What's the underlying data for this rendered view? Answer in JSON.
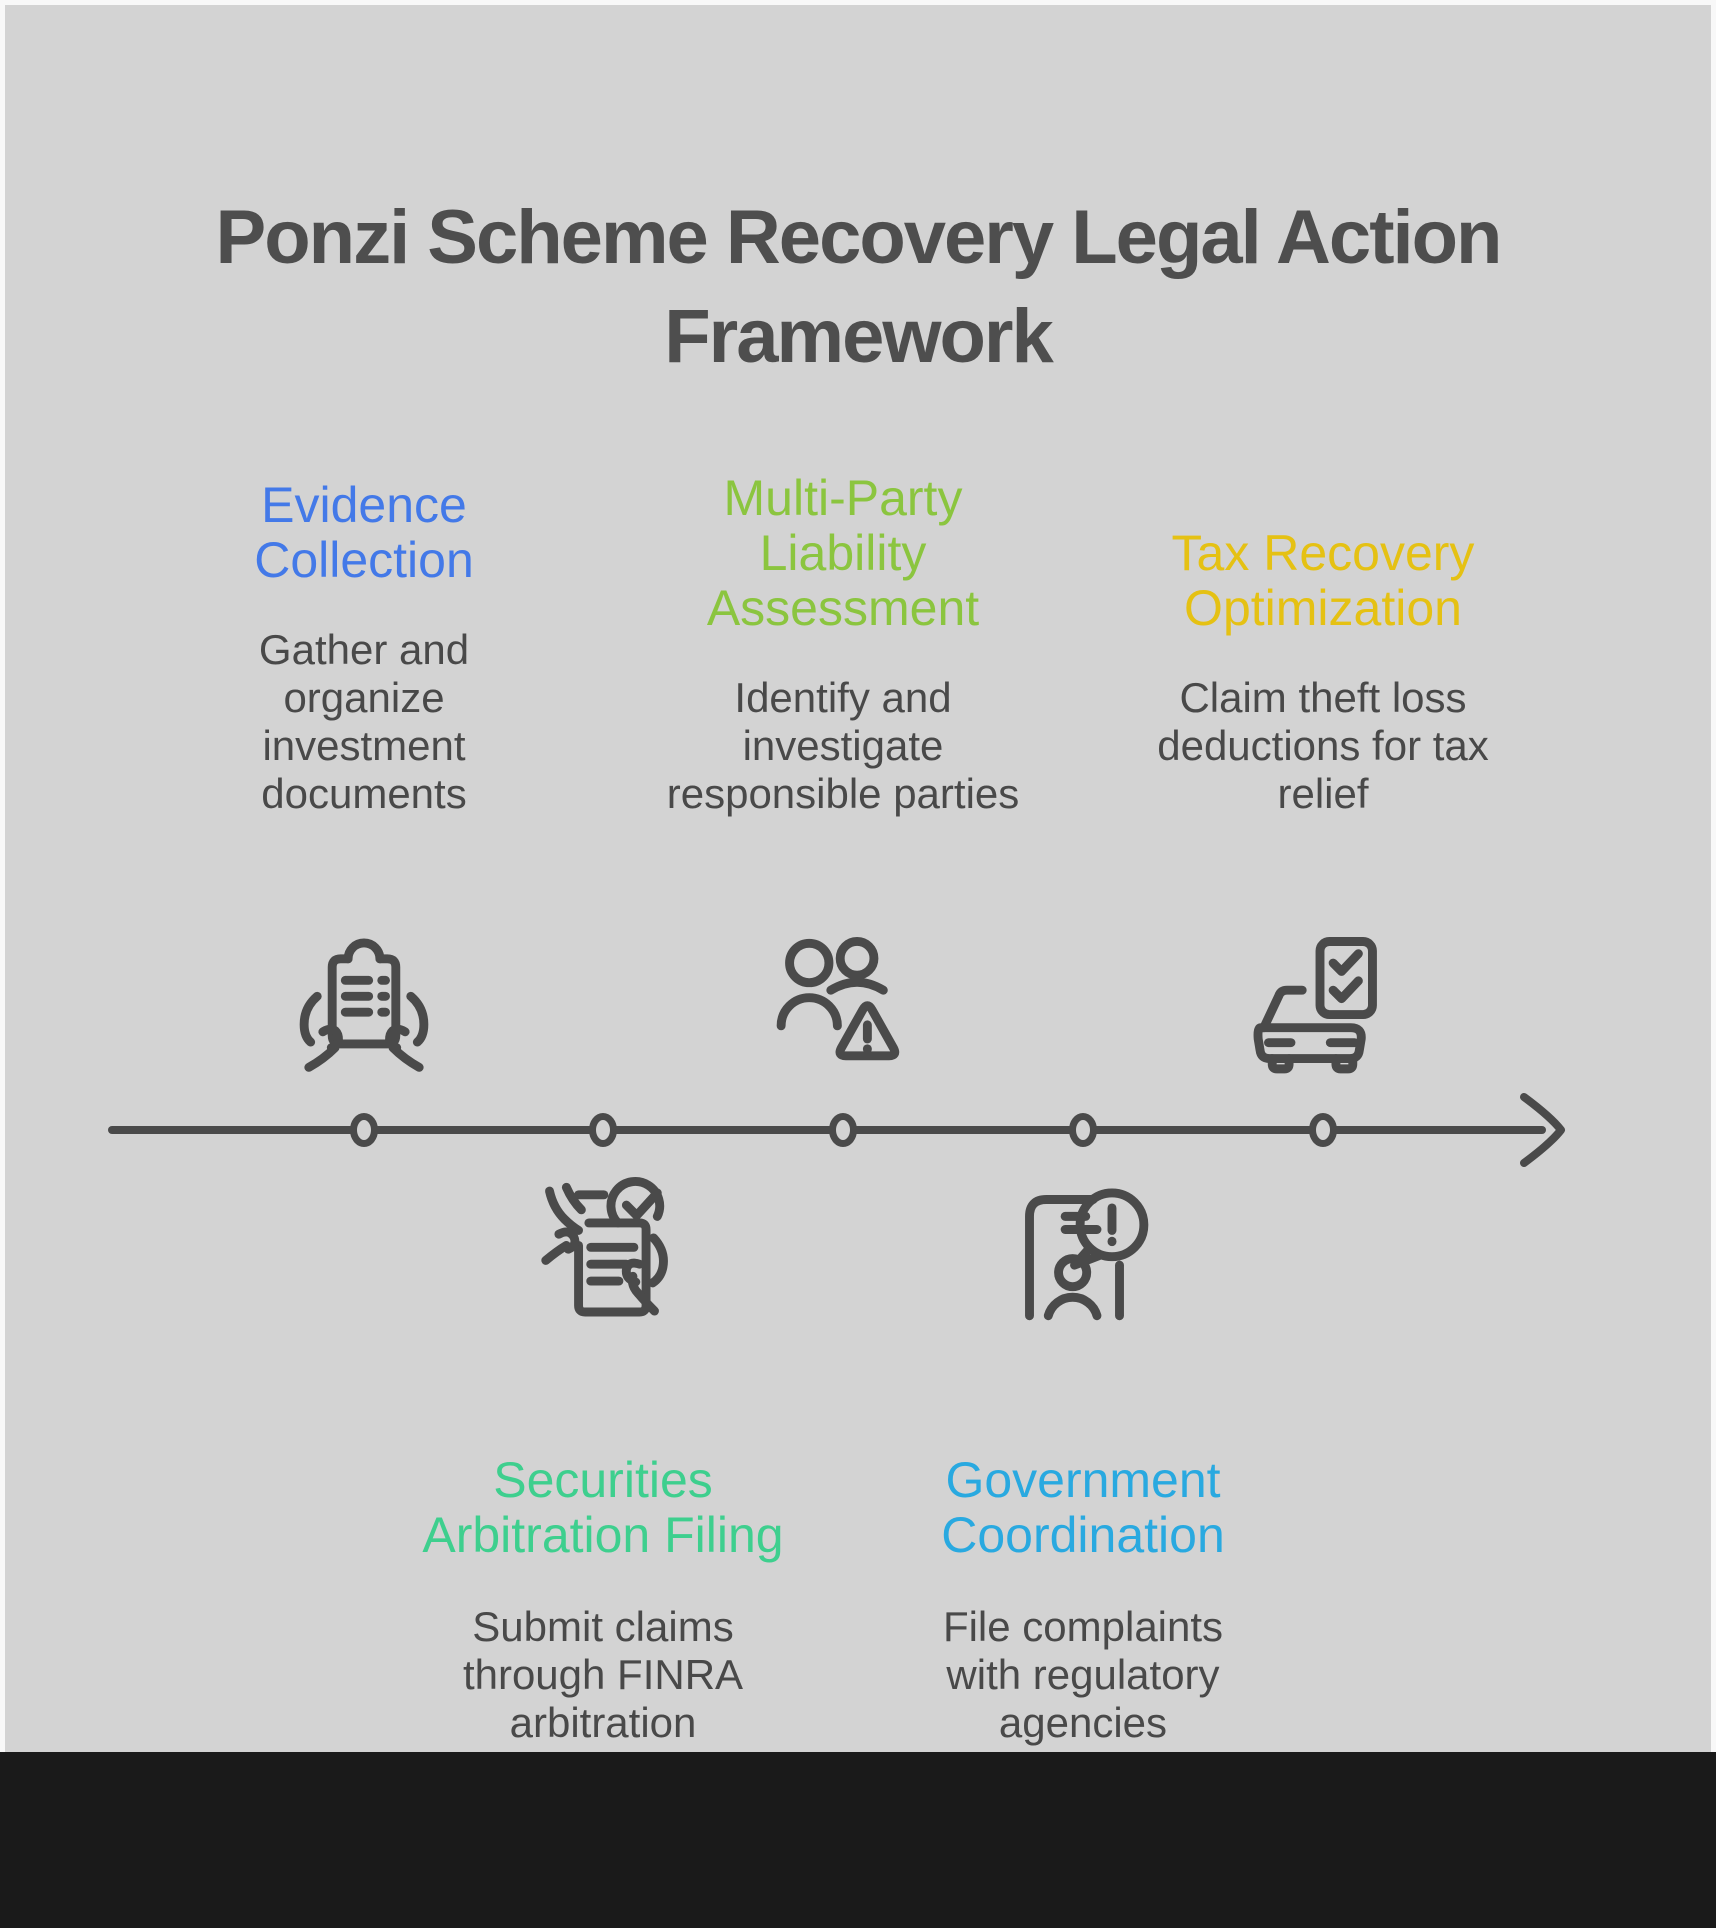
{
  "page": {
    "title": "Ponzi Scheme Recovery Legal Action\nFramework",
    "background_color": "#d3d3d3",
    "frame_color": "#f8f8f8",
    "footer_color": "#1a1a1a",
    "title_color": "#4e4e4e",
    "body_text_color": "#494949",
    "stroke_color": "#4a4a4a"
  },
  "stages": [
    {
      "step": 1,
      "title": "Evidence\nCollection",
      "color": "#4379e8",
      "description": "Gather and\norganize\ninvestment\ndocuments",
      "icon": "hands-clipboard-icon",
      "position": "above-timeline"
    },
    {
      "step": 2,
      "title": "Securities\nArbitration Filing",
      "color": "#3ecf8e",
      "description": "Submit claims\nthrough FINRA\narbitration",
      "icon": "document-check-hands-icon",
      "position": "below-timeline"
    },
    {
      "step": 3,
      "title": "Multi-Party\nLiability\nAssessment",
      "color": "#8bc53f",
      "description": "Identify and\ninvestigate\nresponsible parties",
      "icon": "people-warning-icon",
      "position": "above-timeline"
    },
    {
      "step": 4,
      "title": "Government\nCoordination",
      "color": "#29a9e0",
      "description": "File complaints\nwith regulatory\nagencies",
      "icon": "person-alert-bubble-icon",
      "position": "below-timeline"
    },
    {
      "step": 5,
      "title": "Tax Recovery\nOptimization",
      "color": "#e5c113",
      "description": "Claim theft loss\ndeductions for tax\nrelief",
      "icon": "car-checklist-icon",
      "position": "above-timeline"
    }
  ],
  "timeline": {
    "node_count": 5,
    "direction": "left-to-right",
    "arrow": "right"
  }
}
